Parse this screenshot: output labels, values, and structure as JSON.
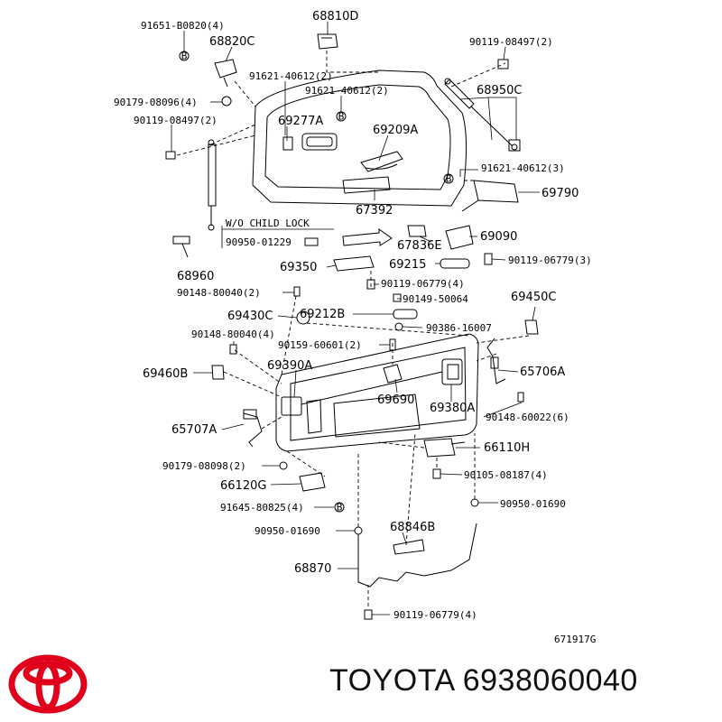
{
  "diagram": {
    "labels": [
      {
        "id": "l1",
        "text": "91651-B0820(4)"
      },
      {
        "id": "l2",
        "text": "68810D"
      },
      {
        "id": "l3",
        "text": "68820C"
      },
      {
        "id": "l4",
        "text": "90119-08497(2)"
      },
      {
        "id": "l5",
        "text": "91621-40612(2)"
      },
      {
        "id": "l6",
        "text": "91621-40612(2)"
      },
      {
        "id": "l7",
        "text": "68950C"
      },
      {
        "id": "l8",
        "text": "90179-08096(4)"
      },
      {
        "id": "l9",
        "text": "69277A"
      },
      {
        "id": "l10",
        "text": "90119-08497(2)"
      },
      {
        "id": "l11",
        "text": "69209A"
      },
      {
        "id": "l12",
        "text": "91621-40612(3)"
      },
      {
        "id": "l13",
        "text": "69790"
      },
      {
        "id": "l14",
        "text": "67392"
      },
      {
        "id": "l15",
        "text": "W/O CHILD LOCK"
      },
      {
        "id": "l16",
        "text": "90950-01229"
      },
      {
        "id": "l17",
        "text": "69090"
      },
      {
        "id": "l18",
        "text": "67836E"
      },
      {
        "id": "l19",
        "text": "68960"
      },
      {
        "id": "l20",
        "text": "69350"
      },
      {
        "id": "l21",
        "text": "69215"
      },
      {
        "id": "l22",
        "text": "90119-06779(3)"
      },
      {
        "id": "l23",
        "text": "90148-80040(2)"
      },
      {
        "id": "l24",
        "text": "90119-06779(4)"
      },
      {
        "id": "l25",
        "text": "90149-50064"
      },
      {
        "id": "l26",
        "text": "69450C"
      },
      {
        "id": "l27",
        "text": "69430C"
      },
      {
        "id": "l28",
        "text": "69212B"
      },
      {
        "id": "l29",
        "text": "90386-16007"
      },
      {
        "id": "l30",
        "text": "90148-80040(4)"
      },
      {
        "id": "l31",
        "text": "90159-60601(2)"
      },
      {
        "id": "l32",
        "text": "69460B"
      },
      {
        "id": "l33",
        "text": "69390A"
      },
      {
        "id": "l34",
        "text": "65706A"
      },
      {
        "id": "l35",
        "text": "69690"
      },
      {
        "id": "l36",
        "text": "69380A"
      },
      {
        "id": "l37",
        "text": "65707A"
      },
      {
        "id": "l38",
        "text": "90148-60022(6)"
      },
      {
        "id": "l39",
        "text": "66110H"
      },
      {
        "id": "l40",
        "text": "90179-08098(2)"
      },
      {
        "id": "l41",
        "text": "90105-08187(4)"
      },
      {
        "id": "l42",
        "text": "66120G"
      },
      {
        "id": "l43",
        "text": "91645-80825(4)"
      },
      {
        "id": "l44",
        "text": "90950-01690"
      },
      {
        "id": "l45",
        "text": "90950-01690"
      },
      {
        "id": "l46",
        "text": "68846B"
      },
      {
        "id": "l47",
        "text": "68870"
      },
      {
        "id": "l48",
        "text": "90119-06779(4)"
      },
      {
        "id": "l49",
        "text": "671917G"
      }
    ],
    "callout_marker": "B"
  },
  "brand": {
    "name": "TOYOTA",
    "part_number": "6938060040",
    "logo_color": "#e0001b"
  }
}
